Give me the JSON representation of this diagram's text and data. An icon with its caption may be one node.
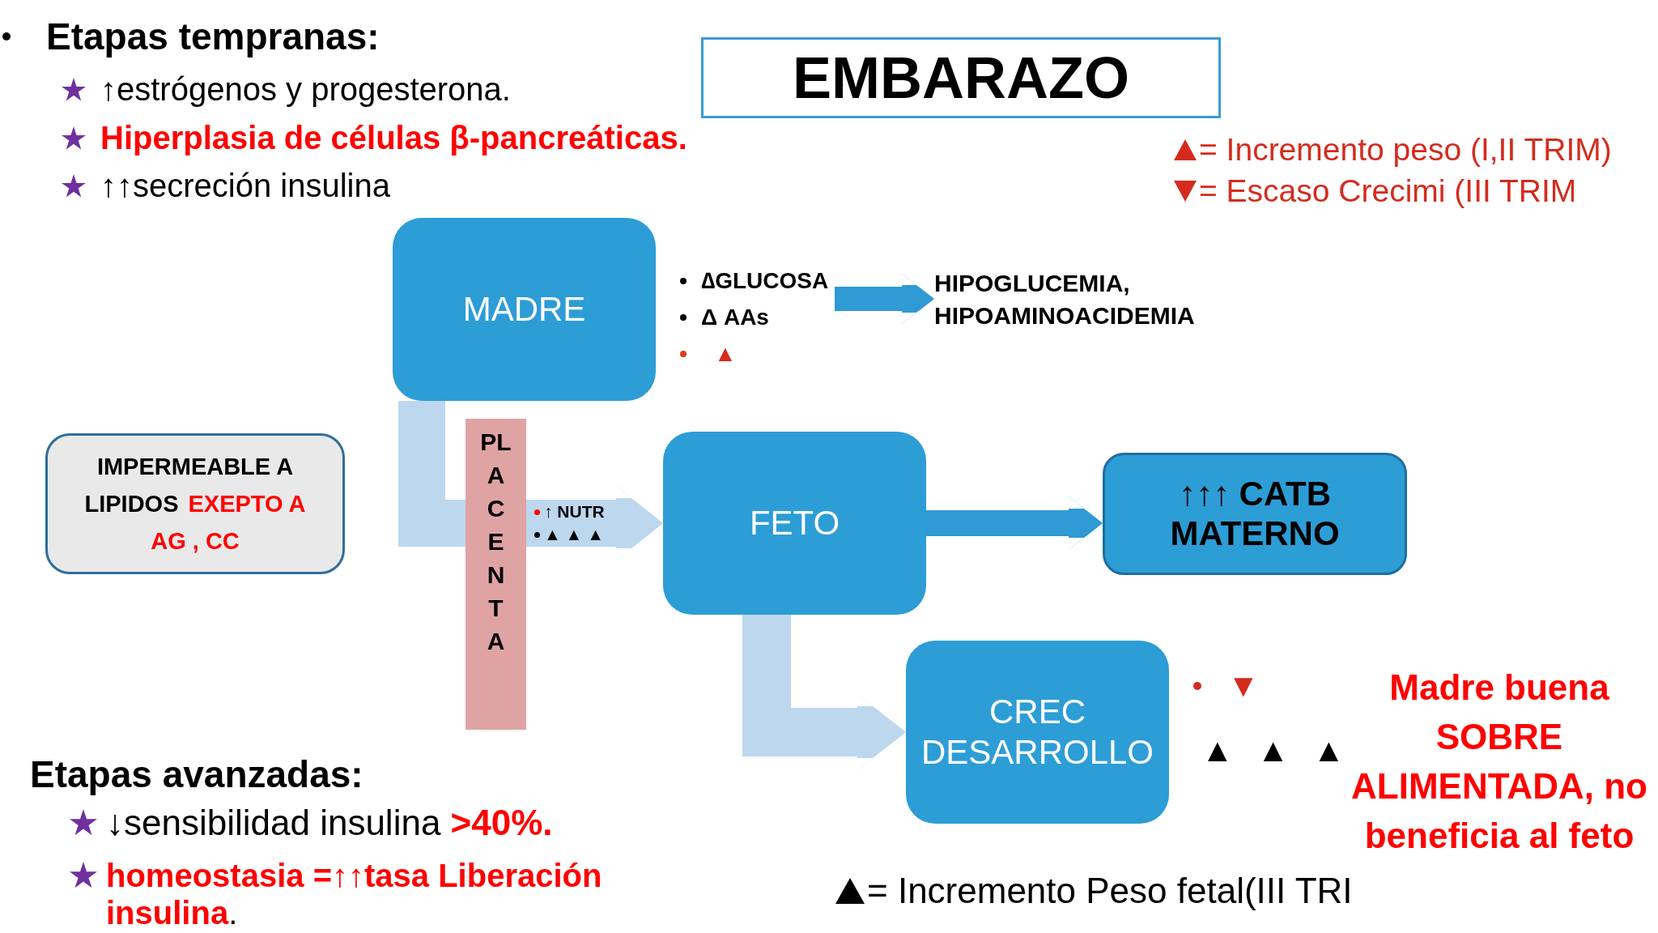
{
  "diagram": {
    "title": "EMBARAZO",
    "nodes": [
      {
        "text": [
          "MADRE"
        ]
      },
      {
        "text": [
          "∆GLUCOSA",
          "Δ AAs",
          "▲"
        ]
      },
      {
        "text": [
          "HIPOGLUCEMIA, HIPOAMINOACIDEMIA"
        ]
      },
      {
        "text": [
          "IMPERMEABLE A LIPIDOS",
          "EXEPTO A AG , CC"
        ]
      },
      {
        "text": [
          "PL A C E N T A"
        ]
      },
      {
        "text": [
          "FETO"
        ]
      },
      {
        "text": [
          "↑↑↑ CATB MATERNO"
        ]
      },
      {
        "text": [
          "CREC DESARROLLO"
        ],
        "beside": [
          "▼",
          "▲ ▲ ▲"
        ]
      }
    ],
    "edges": [
      {
        "from": 0,
        "to": 4,
        "arrow": "none",
        "color": "#bdd7ee"
      },
      {
        "from": 4,
        "to": 5,
        "arrow": "to",
        "label": "↑ NUTR ▲ ▲ ▲",
        "color": "#bdd7ee"
      },
      {
        "from": 1,
        "to": 2,
        "arrow": "to",
        "color": "#2f9ad4"
      },
      {
        "from": 5,
        "to": 6,
        "arrow": "to",
        "color": "#2f9ad4"
      },
      {
        "from": 5,
        "to": 7,
        "arrow": "to",
        "color": "#bdd7ee"
      }
    ],
    "labels": [
      "Etapas tempranas:",
      "↑estrógenos y progesterona.",
      "Hiperplasia de células β-pancreáticas.",
      "↑↑secreción insulina",
      "Madre buena SOBRE ALIMENTADA, no beneficia al feto",
      "Etapas avanzadas:",
      "↓sensibilidad insulina **>40%.**",
      "**homeostasia =↑↑tasa Liberación insulina**."
    ],
    "legend": [
      {
        "text": "= Incremento peso (I,II TRIM)"
      },
      {
        "text": "= Escaso Crecimi (III TRIM"
      },
      {
        "text": "= Incremento Peso fetal(III TRI"
      }
    ]
  }
}
